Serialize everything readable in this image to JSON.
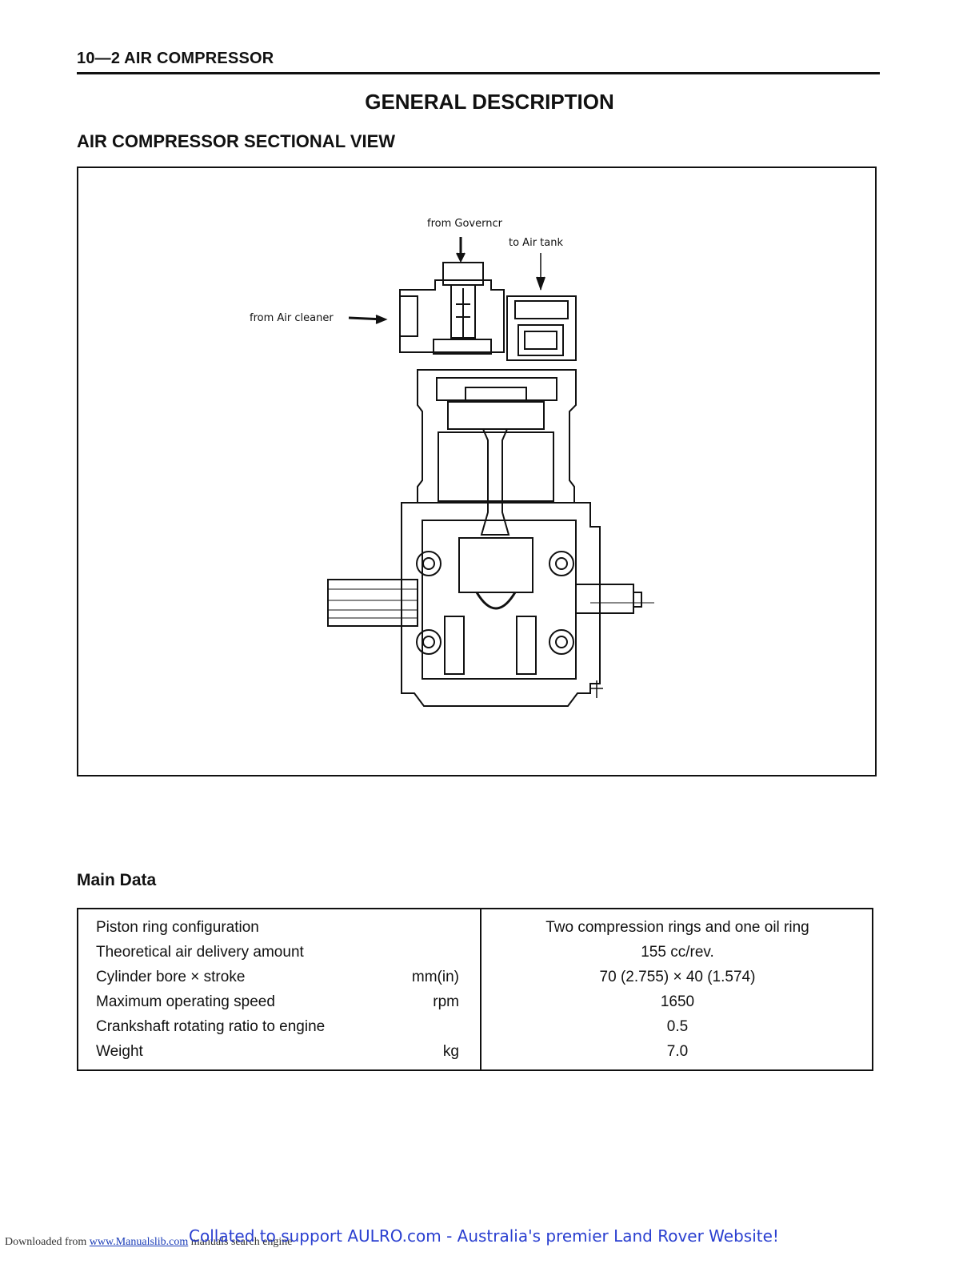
{
  "header": {
    "text": "10—2 AIR COMPRESSOR"
  },
  "page_title": "GENERAL DESCRIPTION",
  "section_title": "AIR COMPRESSOR SECTIONAL VIEW",
  "figure": {
    "labels": {
      "from_governor": "from Governcr",
      "to_air_tank": "to Air tank",
      "from_air_cleaner": "from Air cleaner"
    }
  },
  "main_data": {
    "title": "Main Data",
    "rows": [
      {
        "label": "Piston ring configuration",
        "unit": "",
        "value": "Two compression rings and one oil ring"
      },
      {
        "label": "Theoretical air delivery amount",
        "unit": "",
        "value": "155 cc/rev."
      },
      {
        "label": "Cylinder bore × stroke",
        "unit": "mm(in)",
        "value": "70 (2.755) × 40 (1.574)"
      },
      {
        "label": "Maximum operating speed",
        "unit": "rpm",
        "value": "1650"
      },
      {
        "label": "Crankshaft rotating ratio to engine",
        "unit": "",
        "value": "0.5"
      },
      {
        "label": "Weight",
        "unit": "kg",
        "value": "7.0"
      }
    ]
  },
  "footer": {
    "downloaded_prefix": "Downloaded from",
    "downloaded_link": "www.Manualslib.com",
    "downloaded_suffix": "manuals search engine",
    "collated": "Collated to support AULRO.com - Australia's premier Land Rover Website!"
  }
}
